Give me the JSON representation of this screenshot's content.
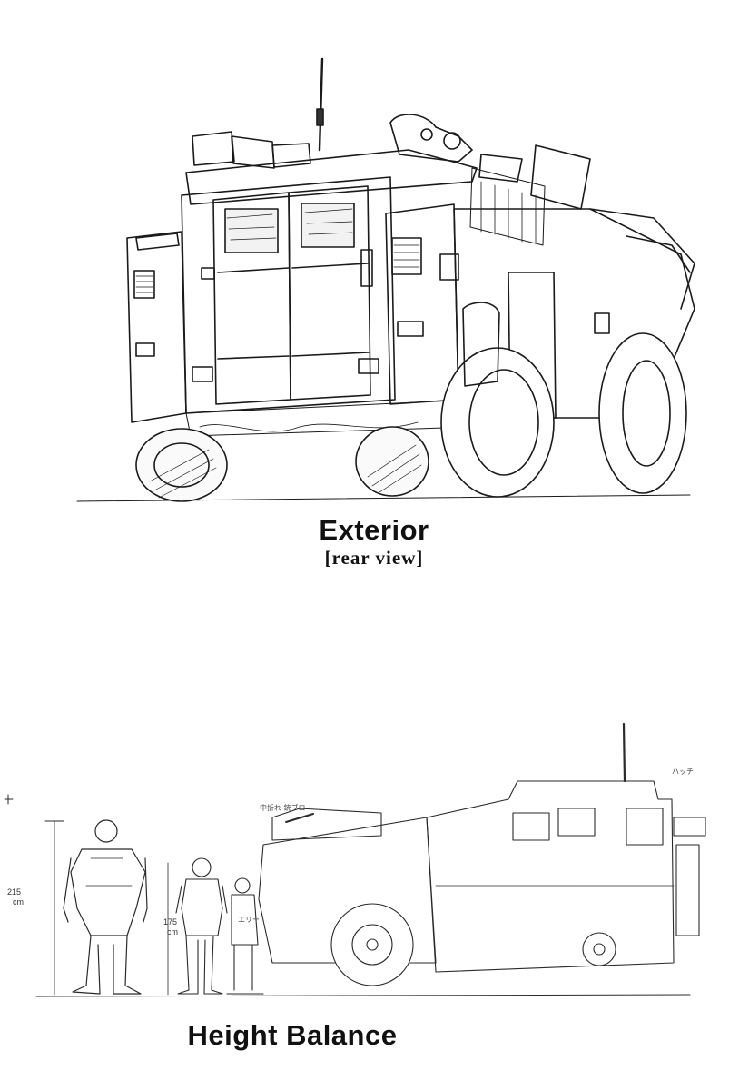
{
  "exterior": {
    "title": "Exterior",
    "subtitle": "[rear view]"
  },
  "height_balance": {
    "title": "Height Balance",
    "scale_labels": {
      "mech_height": "215",
      "mech_unit": "cm",
      "human_height": "175",
      "human_unit": "cm"
    },
    "notes": {
      "child_label": "エリー",
      "hatch_label": "ハッチ",
      "turret_label": "中折れ 銃ブロ"
    }
  }
}
